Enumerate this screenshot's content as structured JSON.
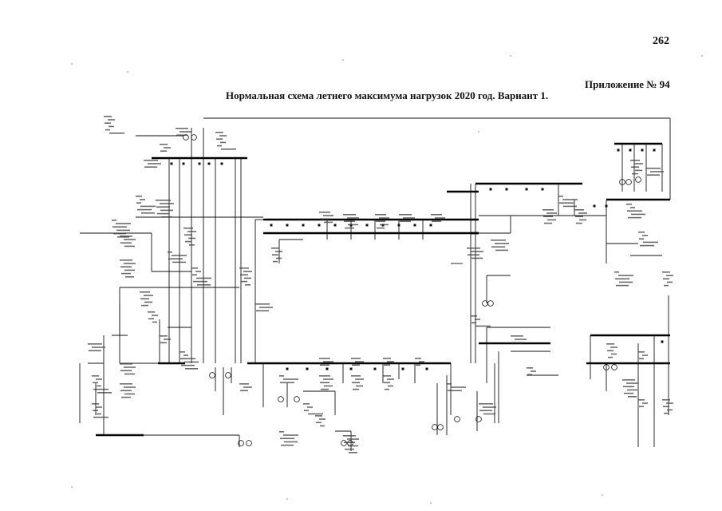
{
  "page": {
    "number": "262",
    "appendix": "Приложение № 94",
    "title": "Нормальная схема летнего максимума нагрузок 2020 год. Вариант 1."
  }
}
